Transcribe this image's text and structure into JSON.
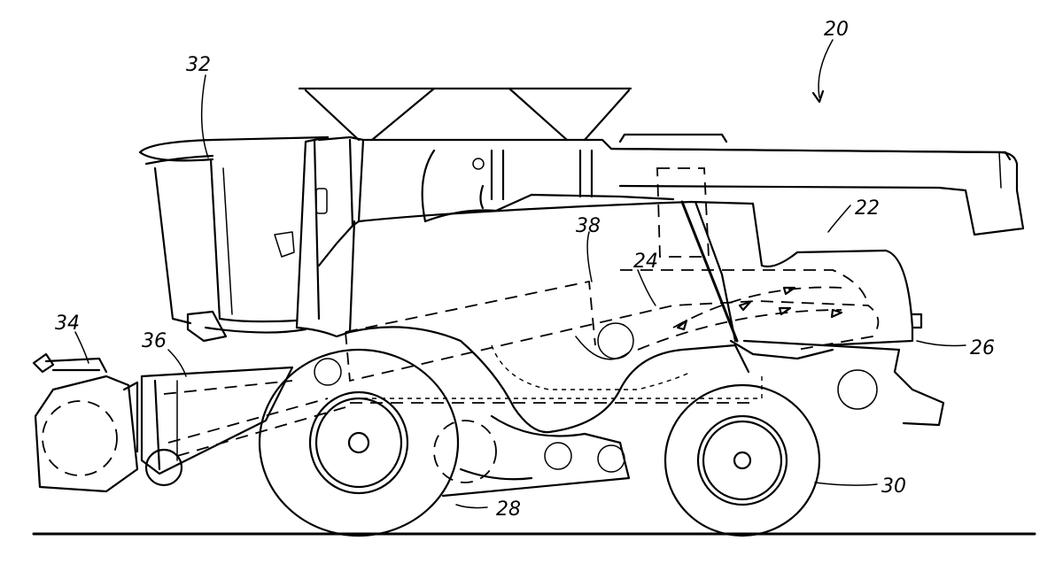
{
  "figure": {
    "labels": {
      "machine": "20",
      "body": "22",
      "crop_path": "24",
      "rear_discharge": "26",
      "front_wheel": "28",
      "rear_wheel": "30",
      "cab": "32",
      "header": "34",
      "feeder": "36",
      "processor": "38"
    }
  }
}
